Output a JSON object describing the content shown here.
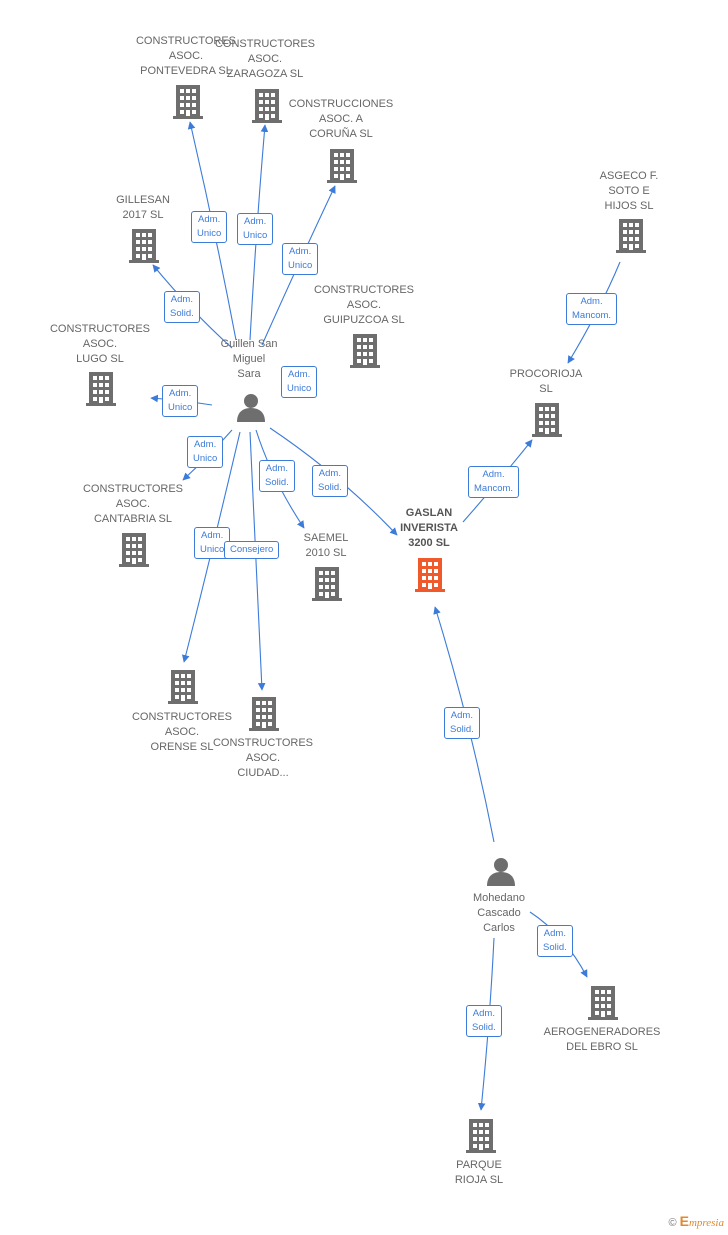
{
  "colors": {
    "edge": "#3d7bd9",
    "building": "#6e6e6e",
    "highlight": "#f05a2a",
    "person": "#6e6e6e"
  },
  "nodes": {
    "pontevedra": "CONSTRUCTORES\nASOC.\nPONTEVEDRA SL",
    "zaragoza": "CONSTRUCTORES\nASOC.\nZARAGOZA SL",
    "coruna": "CONSTRUCCIONES\nASOC.  A\nCORUÑA SL",
    "gillesan": "GILLESAN\n2017  SL",
    "guipuzcoa": "CONSTRUCTORES\nASOC.\nGUIPUZCOA SL",
    "lugo": "CONSTRUCTORES\nASOC.\nLUGO SL",
    "guillen": "Guillen San\nMiguel\nSara",
    "cantabria": "CONSTRUCTORES\nASOC.\nCANTABRIA SL",
    "saemel": "SAEMEL\n2010 SL",
    "gaslan": "GASLAN\nINVERISTA\n3200  SL",
    "ourense": "CONSTRUCTORES\nASOC.\nORENSE SL",
    "ciudad": "CONSTRUCTORES\nASOC.\nCIUDAD...",
    "asgeco": "ASGECO F.\nSOTO E\nHIJOS SL",
    "procorioja": "PROCORIOJA\nSL",
    "mohedano": "Mohedano\nCascado\nCarlos",
    "aerogeneradores": "AEROGENERADORES\nDEL EBRO SL",
    "parque": "PARQUE\nRIOJA SL"
  },
  "relations": {
    "r_pontevedra": "Adm.\nUnico",
    "r_zaragoza": "Adm.\nUnico",
    "r_coruna": "Adm.\nUnico",
    "r_gillesan": "Adm.\nSolid.",
    "r_guipuzcoa": "Adm.\nUnico",
    "r_lugo": "Adm.\nUnico",
    "r_cantabria": "Adm.\nUnico",
    "r_saemel": "Adm.\nSolid.",
    "r_gaslan": "Adm.\nSolid.",
    "r_ourense": "Adm.\nUnico",
    "r_ciudad": "Consejero",
    "r_asgeco": "Adm.\nMancom.",
    "r_gaslan_proco": "Adm.\nMancom.",
    "r_mohedano_gaslan": "Adm.\nSolid.",
    "r_aero": "Adm.\nSolid.",
    "r_parque": "Adm.\nSolid."
  },
  "footer": {
    "copyright": "©",
    "brand_initial": "E",
    "brand_rest": "mpresia"
  }
}
